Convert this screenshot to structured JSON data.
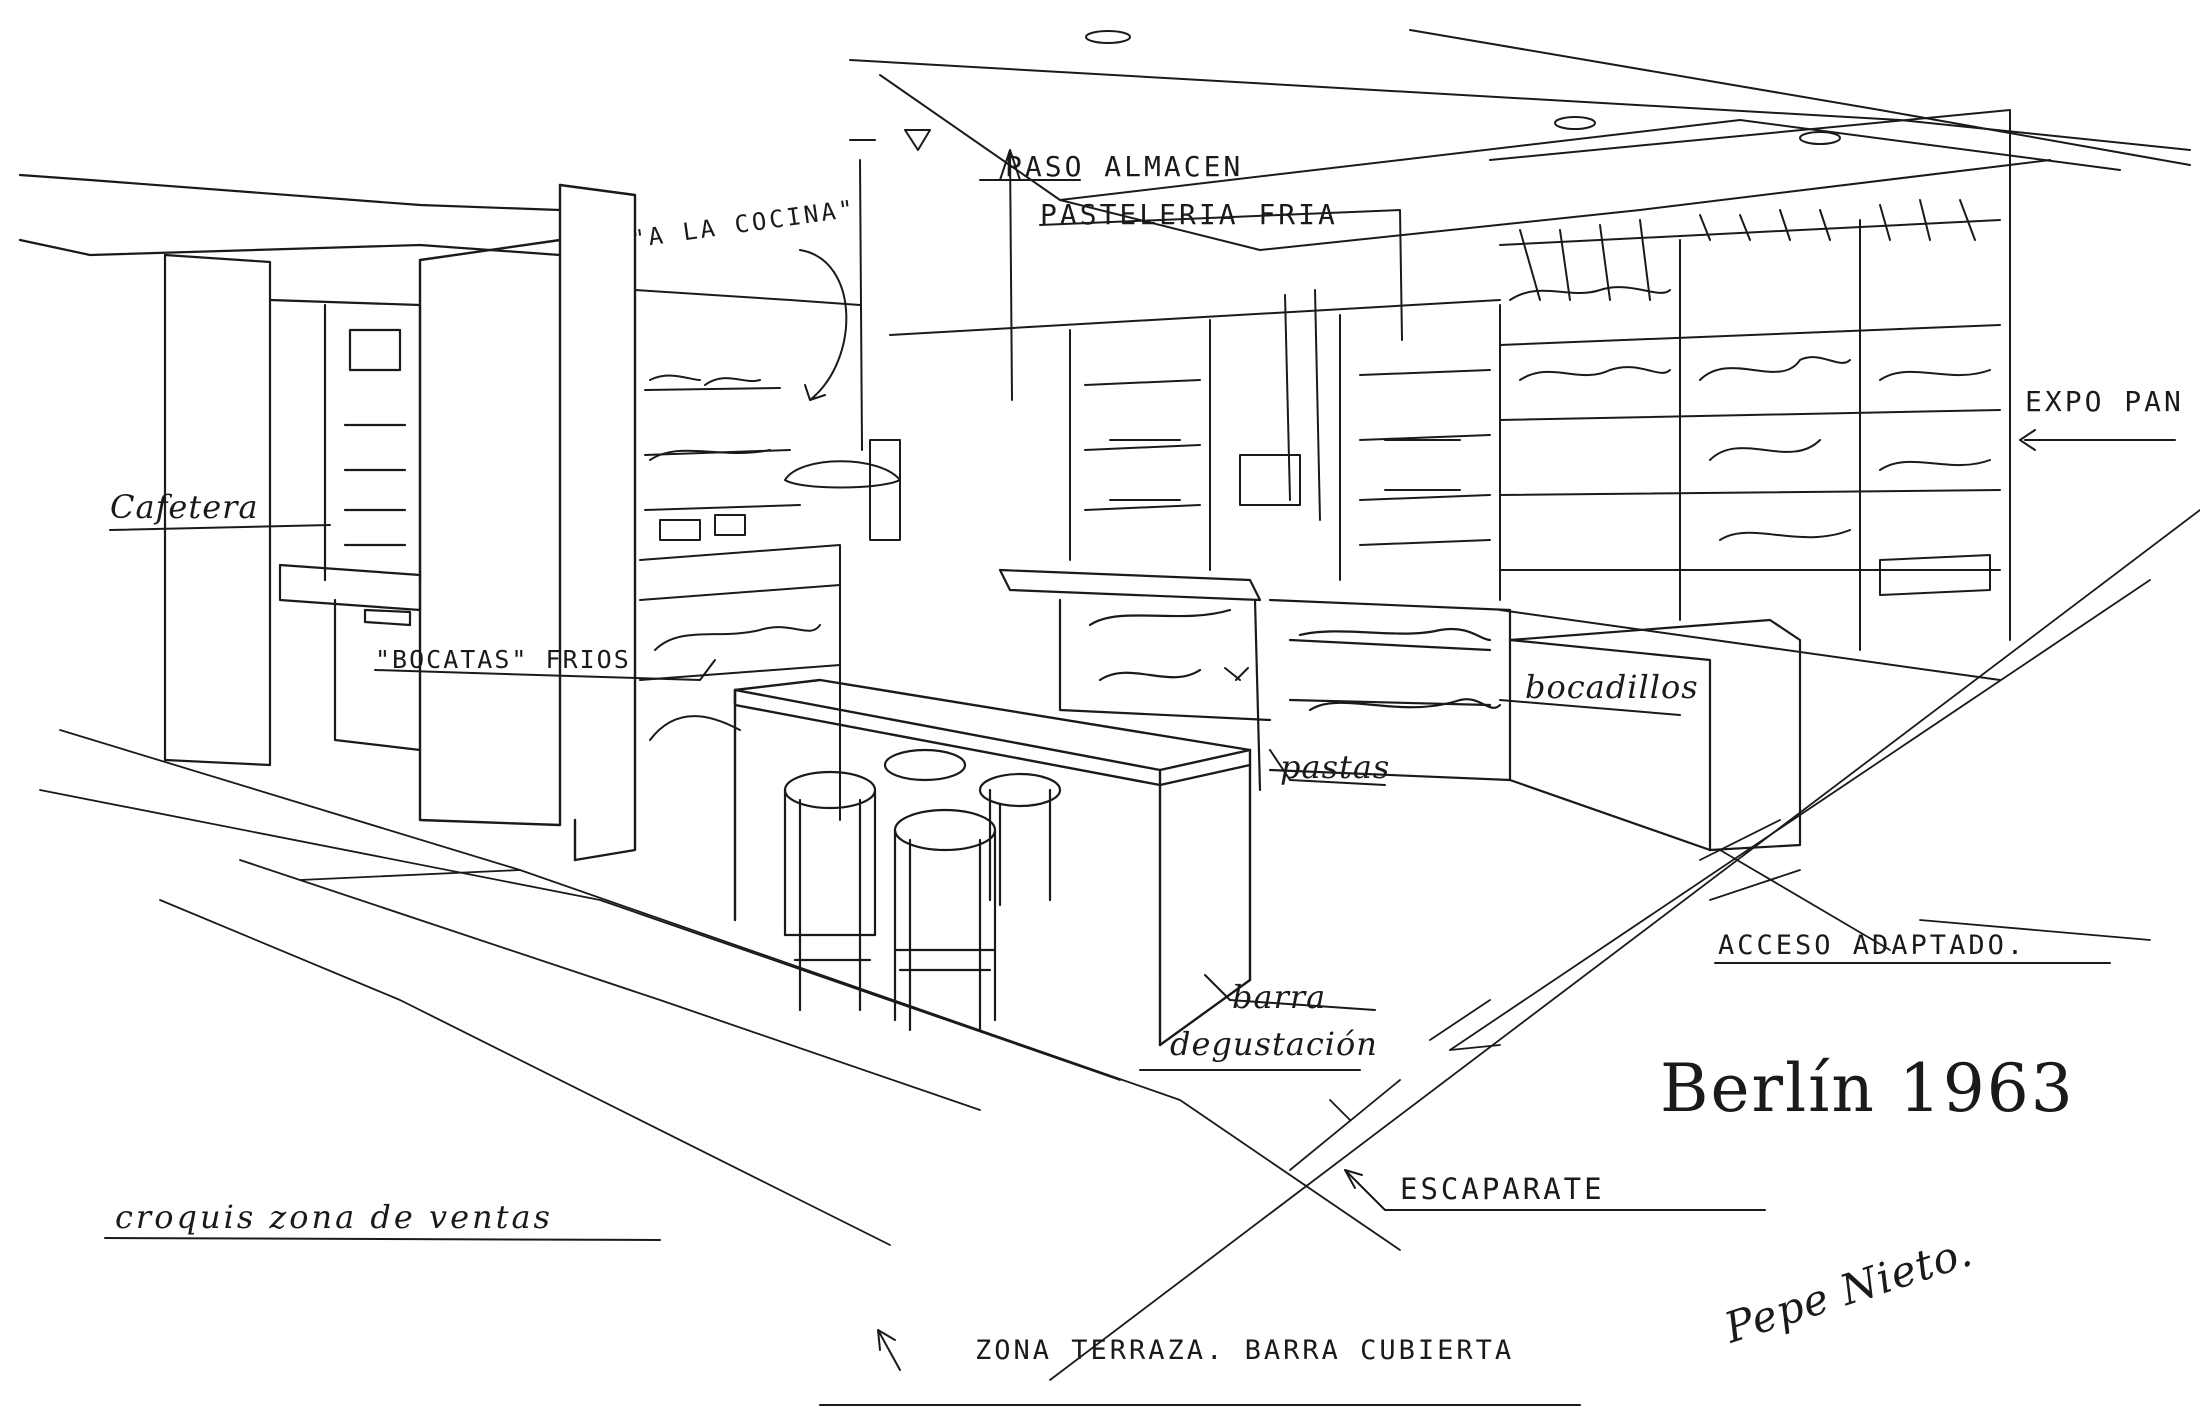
{
  "labels": {
    "a_la_cocina": "\"A LA COCINA\"",
    "paso_almacen": "PASO ALMACEN",
    "pasteleria_fria": "PASTELERIA FRIA",
    "expo_pan": "EXPO PAN",
    "cafetera": "Cafetera",
    "bocatas_frios": "\"BOCATAS\" FRIOS",
    "bocadillos": "bocadillos",
    "pastas": "pastas",
    "barra_degustacion_1": "barra",
    "barra_degustacion_2": "degustación",
    "acceso_adaptado": "ACCESO ADAPTADO.",
    "escaparate": "ESCAPARATE",
    "zona_terraza": "ZONA TERRAZA. BARRA CUBIERTA",
    "croquis": "croquis zona de ventas",
    "title": "Berlín 1963",
    "signature": "Pepe Nieto."
  }
}
